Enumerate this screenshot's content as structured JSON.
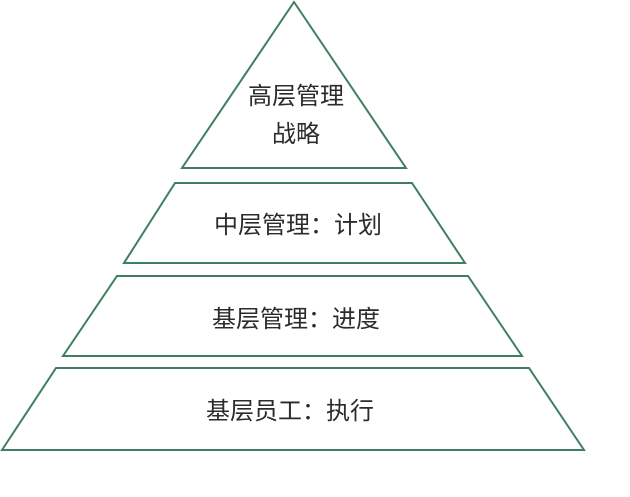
{
  "pyramid": {
    "stroke_color": "#3f7f5f",
    "levels": [
      {
        "lines": [
          "高层管理",
          "战略"
        ]
      },
      {
        "lines": [
          "中层管理：计划"
        ]
      },
      {
        "lines": [
          "基层管理：进度"
        ]
      },
      {
        "lines": [
          "基层员工：执行"
        ]
      }
    ]
  }
}
